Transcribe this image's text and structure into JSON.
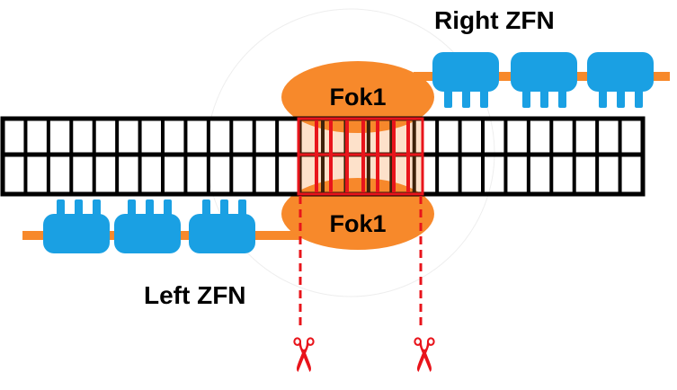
{
  "labels": {
    "right_zfn": "Right ZFN",
    "left_zfn": "Left ZFN",
    "fok1_top": "Fok1",
    "fok1_bottom": "Fok1"
  },
  "icons": {
    "cut_site": "scissors-icon",
    "scissors_glyph": "✂"
  },
  "colors": {
    "zinc_finger": "#1aa0e3",
    "fok1_domain": "#f7892b",
    "linker": "#f7892b",
    "dna_strand": "#000000",
    "cut_highlight": "#e8141b",
    "scissors": "#e8141b"
  },
  "structure": {
    "left_zfn_finger_count": 3,
    "right_zfn_finger_count": 3,
    "dna_basepairs_per_strand": 28
  }
}
